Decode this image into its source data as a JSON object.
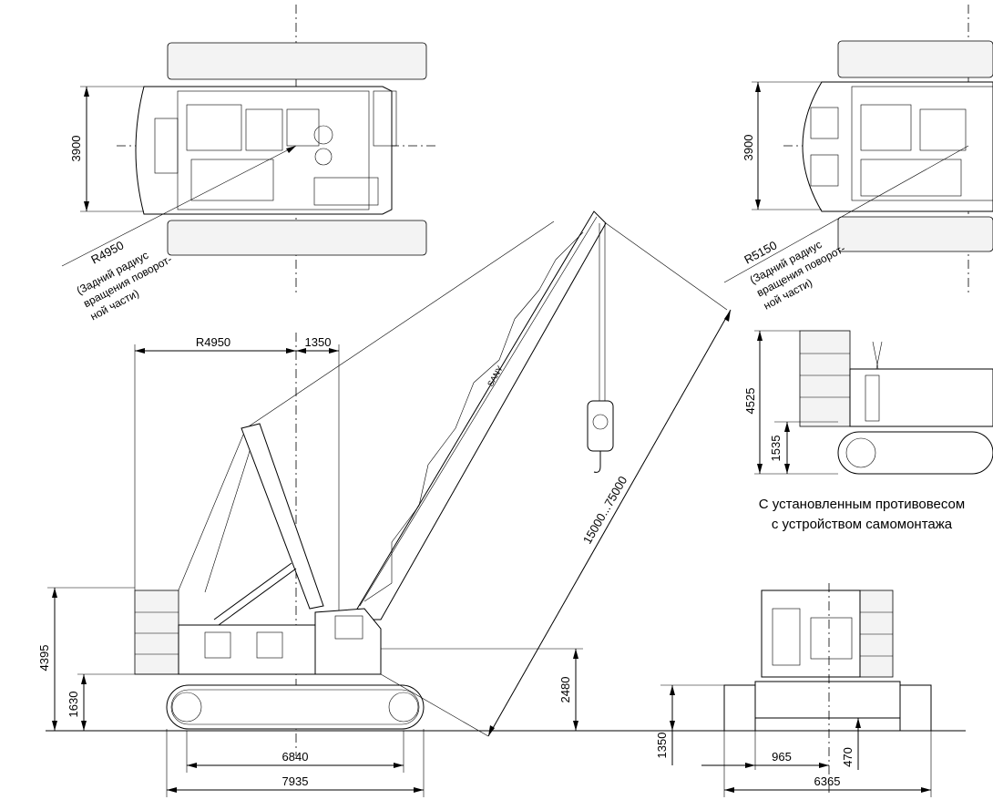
{
  "views": {
    "top_left": {
      "width_dim": "3900",
      "radius_label": "R4950",
      "radius_note_line1": "(Задний радиус",
      "radius_note_line2": "вращения поворот-",
      "radius_note_line3": "ной части)"
    },
    "top_right": {
      "width_dim": "3900",
      "radius_label": "R5150",
      "radius_note_line1": "(Задний радиус",
      "radius_note_line2": "вращения поворот-",
      "radius_note_line3": "ной части)"
    },
    "side_small": {
      "height_dim": "4525",
      "lower_dim": "1535",
      "caption_line1": "С установленным противовесом",
      "caption_line2": "с устройством самомонтажа"
    },
    "main_side": {
      "tail_radius": "R4950",
      "offset": "1350",
      "boom_length": "15000...75000",
      "height_counterweight": "4395",
      "height_track": "1630",
      "height_cab": "2480",
      "track_length": "6840",
      "overall_length": "7935",
      "boom_text": "SANY"
    },
    "front_view": {
      "ground_clearance": "1350",
      "track_width": "965",
      "bottom_clearance": "470",
      "overall_width": "6365"
    }
  }
}
